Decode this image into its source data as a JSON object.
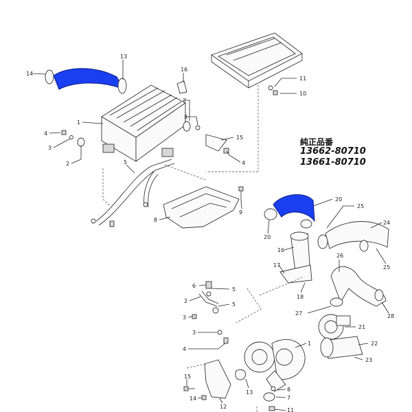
{
  "heading": "純正品番",
  "part_numbers": [
    "13662-80710",
    "13661-80710"
  ],
  "colors": {
    "highlight_hose": "#1a3ff0",
    "line": "#222222",
    "background": "#ffffff"
  },
  "callouts": {
    "c14a": "14",
    "c13a": "13",
    "c16a": "16",
    "c11a": "11",
    "c10a": "10",
    "c1a": "1",
    "c2a": "2",
    "c3a": "3",
    "c15a": "15",
    "c4a": "4",
    "c4b": "4",
    "c3b": "3",
    "c2b": "2",
    "c5a": "5",
    "c9a": "9",
    "c8a": "8",
    "c20a": "20",
    "c25a": "25",
    "c24a": "24",
    "c20b": "20",
    "c16b": "16",
    "c25b": "25",
    "c17a": "17",
    "c26a": "26",
    "c18a": "18",
    "c27a": "27",
    "c21a": "21",
    "c28a": "28",
    "c6a": "6",
    "c5b": "5",
    "c2c": "2",
    "c5c": "5",
    "c3c": "3",
    "c3d": "3",
    "c22a": "22",
    "c4c": "4",
    "c1b": "1",
    "c23a": "23",
    "c15b": "15",
    "c13b": "13",
    "c8b": "8",
    "c7a": "7",
    "c14b": "14",
    "c12a": "12",
    "c11b": "11"
  }
}
